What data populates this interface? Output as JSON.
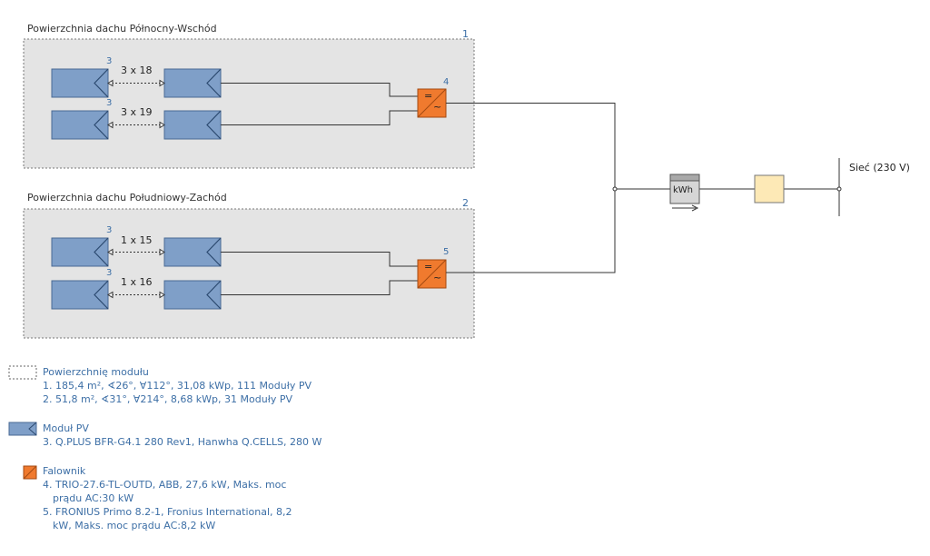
{
  "areas": [
    {
      "title": "Powierzchnia dachu Północny-Wschód",
      "number": "1"
    },
    {
      "title": "Powierzchnia dachu Południowy-Zachód",
      "number": "2"
    }
  ],
  "strings": [
    {
      "module_ref": "3",
      "count": "3 x 18"
    },
    {
      "module_ref": "3",
      "count": "3 x 19"
    },
    {
      "module_ref": "3",
      "count": "1 x 15"
    },
    {
      "module_ref": "3",
      "count": "1 x 16"
    }
  ],
  "inverters": [
    {
      "ref": "4",
      "symbol_top": "=",
      "symbol_bottom": "~"
    },
    {
      "ref": "5",
      "symbol_top": "=",
      "symbol_bottom": "~"
    }
  ],
  "meter": {
    "label": "kWh"
  },
  "grid": {
    "label": "Sieć (230 V)"
  },
  "legend": {
    "module_area": {
      "title": "Powierzchnię modułu",
      "items": [
        "1. 185,4 m², ∢26°, ∀112°, 31,08 kWp, 111 Moduły PV",
        "2. 51,8 m², ∢31°, ∀214°, 8,68 kWp, 31 Moduły PV"
      ]
    },
    "pv_module": {
      "title": "Moduł PV",
      "items": [
        "3. Q.PLUS BFR-G4.1 280 Rev1, Hanwha Q.CELLS, 280 W"
      ]
    },
    "inverter": {
      "title": "Falownik",
      "items": [
        "4. TRIO-27.6-TL-OUTD, ABB, 27,6 kW, Maks. moc",
        "prądu AC:30 kW",
        "5. FRONIUS Primo 8.2-1, Fronius International, 8,2",
        "kW, Maks. moc prądu AC:8,2 kW"
      ]
    }
  },
  "colors": {
    "area_fill": "#e4e4e4",
    "module_fill": "#7f9fc8",
    "module_stroke": "#4a6a94",
    "inverter_fill": "#f07a2e",
    "meter_fill": "#a9a9a9",
    "load_fill": "#fde9b6",
    "label_blue": "#3d6fa6"
  }
}
